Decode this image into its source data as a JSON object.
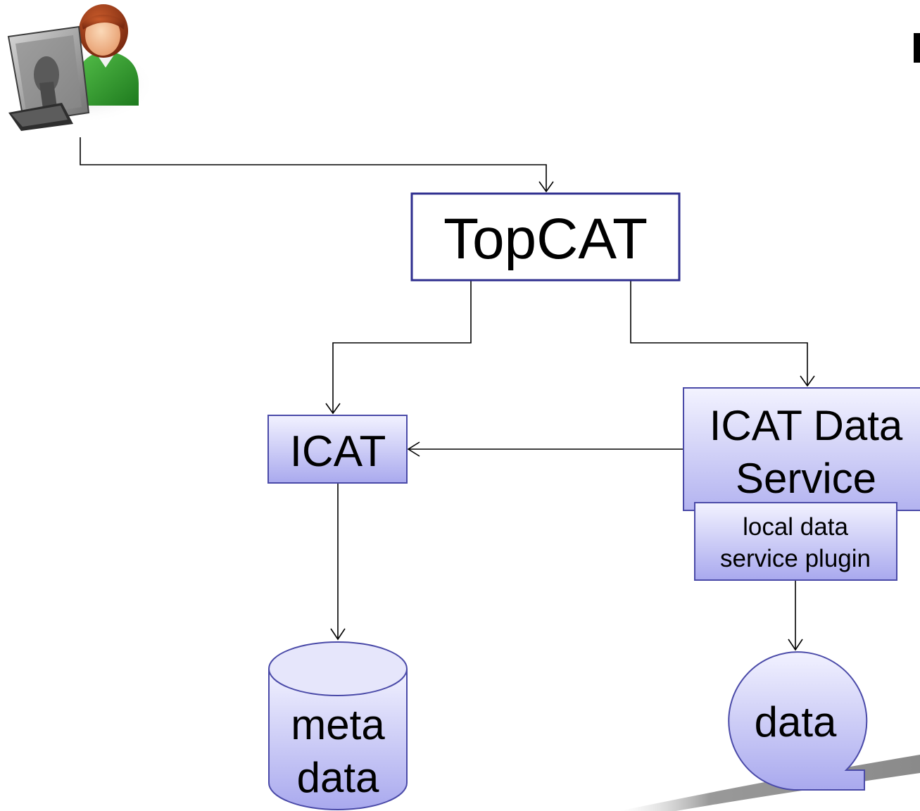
{
  "nodes": {
    "topcat": "TopCAT",
    "icat": "ICAT",
    "ids_line1": "ICAT Data",
    "ids_line2": "Service",
    "plugin_line1": "local data",
    "plugin_line2": "service plugin",
    "metadata_line1": "meta",
    "metadata_line2": "data",
    "data": "data"
  },
  "icons": {
    "user": "user-at-computer-icon"
  },
  "colors": {
    "box_border": "#2f2f8f",
    "box_fill_top": "#eeeeff",
    "box_fill_bottom": "#a9a9ee",
    "line": "#000000"
  }
}
